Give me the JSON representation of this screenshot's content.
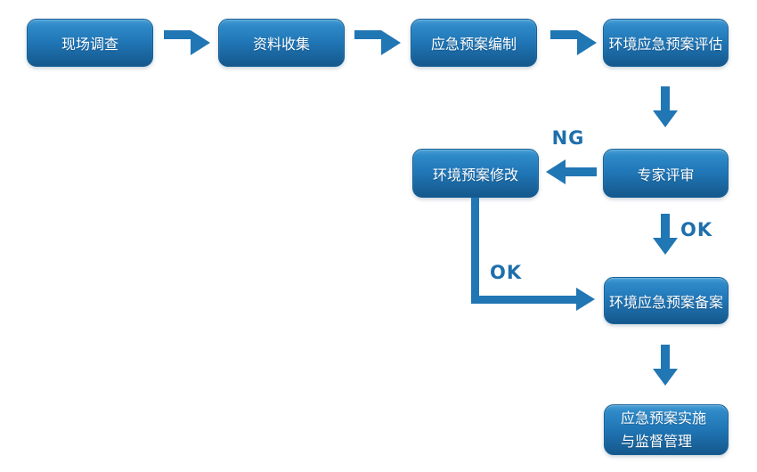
{
  "flowchart": {
    "nodes": {
      "site_survey": {
        "label": "现场调查"
      },
      "data_collection": {
        "label": "资料收集"
      },
      "plan_compilation": {
        "label": "应急预案编制"
      },
      "plan_evaluation": {
        "label": "环境应急预案评估"
      },
      "plan_revision": {
        "label": "环境预案修改"
      },
      "expert_review": {
        "label": "专家评审"
      },
      "plan_filing": {
        "label": "环境应急预案备案"
      },
      "implementation": {
        "line1": "应急预案实施",
        "line2": "与监督管理"
      }
    },
    "edge_labels": {
      "ng": "NG",
      "ok_review_to_filing": "OK",
      "ok_revision_to_filing": "OK"
    },
    "colors": {
      "node_gradient_top": "#4aa0d6",
      "node_gradient_mid": "#2076b6",
      "node_gradient_bottom": "#14578c",
      "node_border": "#166096",
      "node_text": "#ffffff",
      "arrow": "#2176b4",
      "edge_label_text": "#1e6fac",
      "background": "#ffffff"
    }
  }
}
